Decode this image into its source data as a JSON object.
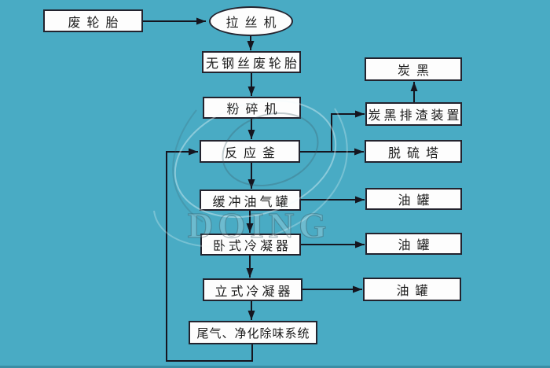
{
  "diagram": {
    "title_hint": "waste tyre pyrolysis process flowchart",
    "colors": {
      "background": "#49abc4",
      "box_fill": "#fdfdfd",
      "box_border": "#23232e",
      "connector": "#15151f",
      "text": "#1a1a1a"
    },
    "watermark": {
      "text": "DOING"
    },
    "nodes": {
      "waste_tire": "废轮胎",
      "wire_drawing_machine": "拉丝机",
      "steel_free_tire": "无钢丝废轮胎",
      "crusher": "粉碎机",
      "reactor": "反应釜",
      "buffer_tank": "缓冲油气罐",
      "horizontal_condenser": "卧式冷凝器",
      "vertical_condenser": "立式冷凝器",
      "tail_gas_system": "尾气、净化除味系统",
      "carbon_black": "炭黑",
      "carbon_black_discharge": "炭黑排渣装置",
      "desulfurization_tower": "脱硫塔",
      "oil_tank_1": "油罐",
      "oil_tank_2": "油罐",
      "oil_tank_3": "油罐"
    },
    "edges": [
      {
        "from": "waste_tire",
        "to": "wire_drawing_machine"
      },
      {
        "from": "wire_drawing_machine",
        "to": "steel_free_tire"
      },
      {
        "from": "steel_free_tire",
        "to": "crusher"
      },
      {
        "from": "crusher",
        "to": "reactor"
      },
      {
        "from": "reactor",
        "to": "buffer_tank"
      },
      {
        "from": "buffer_tank",
        "to": "horizontal_condenser"
      },
      {
        "from": "horizontal_condenser",
        "to": "vertical_condenser"
      },
      {
        "from": "vertical_condenser",
        "to": "tail_gas_system"
      },
      {
        "from": "reactor",
        "to": "carbon_black_discharge"
      },
      {
        "from": "reactor",
        "to": "desulfurization_tower"
      },
      {
        "from": "carbon_black_discharge",
        "to": "carbon_black"
      },
      {
        "from": "buffer_tank",
        "to": "oil_tank_1"
      },
      {
        "from": "horizontal_condenser",
        "to": "oil_tank_2"
      },
      {
        "from": "vertical_condenser",
        "to": "oil_tank_3"
      },
      {
        "from": "tail_gas_system",
        "to": "reactor"
      }
    ]
  }
}
